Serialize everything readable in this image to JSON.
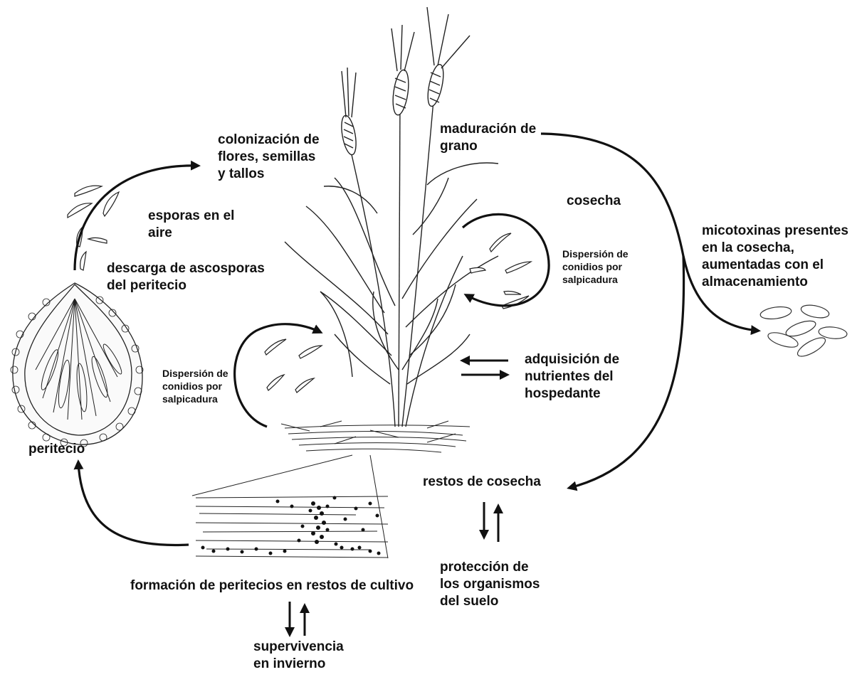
{
  "diagram": {
    "labels": {
      "colonization": "colonización de\nflores, semillas\ny tallos",
      "grain_maturation": "maduración de\ngrano",
      "harvest": "cosecha",
      "airborne_spores": "esporas en el\naire",
      "ascospore_discharge": "descarga de ascosporas\ndel peritecio",
      "splash_right": "Dispersión de\nconidios por\nsalpicadura",
      "splash_left": "Dispersión de\nconidios por\nsalpicadura",
      "mycotoxins": "micotoxinas presentes\nen la cosecha,\naumentadas con el\nalmacenamiento",
      "nutrients": "adquisición de\nnutrientes del\nhospedante",
      "perithecium": "peritecio",
      "crop_residue": "restos de cosecha",
      "perithecia_formation": "formación de peritecios en restos de cultivo",
      "soil_protection": "protección de\nlos organismos\ndel suelo",
      "winter_survival": "supervivencia\nen invierno"
    }
  }
}
